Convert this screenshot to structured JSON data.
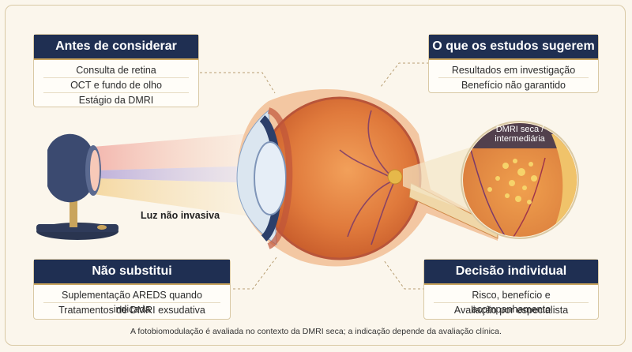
{
  "cards": {
    "top_left": {
      "title": "Antes de considerar",
      "items": [
        "Consulta de retina",
        "OCT e fundo de olho",
        "Estágio da DMRI"
      ]
    },
    "top_right": {
      "title": "O que os estudos sugerem",
      "items": [
        "Resultados em investigação",
        "Benefício não garantido"
      ]
    },
    "bottom_left": {
      "title": "Não substitui",
      "items": [
        "Suplementação AREDS quando indicada",
        "Tratamentos de DMRI exsudativa"
      ]
    },
    "bottom_right": {
      "title": "Decisão individual",
      "items": [
        "Risco, benefício e acompanhamento",
        "Avaliação por especialista"
      ]
    }
  },
  "labels": {
    "light": "Luz não invasiva",
    "zoom_line1": "DMRI seca /",
    "zoom_line2": "intermediária"
  },
  "footer": "A fotobiomodulação é avaliada no contexto da DMRI seca; a indicação depende da avaliação clínica.",
  "colors": {
    "navy": "#1f2f52",
    "gold": "#c9a45c",
    "background": "#fbf6ec"
  }
}
